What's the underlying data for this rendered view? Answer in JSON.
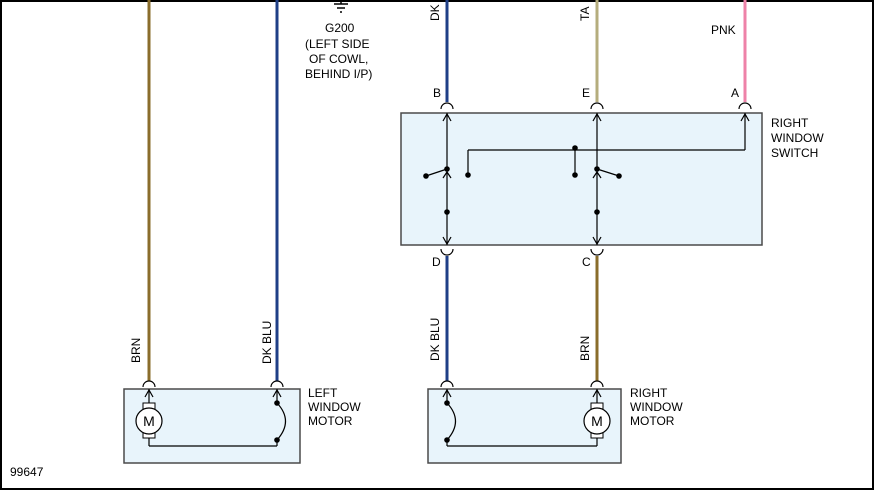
{
  "diagram": {
    "figure_number": "99647",
    "ground": {
      "name": "G200",
      "location_lines": [
        "(LEFT SIDE",
        "OF COWL,",
        "BEHIND I/P)"
      ]
    },
    "wires": {
      "brn_left": {
        "label": "BRN",
        "color": "#8a6d2b"
      },
      "dkblu_left": {
        "label": "DK BLU",
        "color": "#1f3f87"
      },
      "dkblu_top": {
        "label": "DK",
        "color": "#1f3f87"
      },
      "tan_top": {
        "label": "TA",
        "color": "#b5ad7d"
      },
      "pnk_top": {
        "label": "PNK",
        "color": "#ee82a8"
      },
      "dkblu_bottom": {
        "label": "DK BLU",
        "color": "#1f3f87"
      },
      "brn_bottom": {
        "label": "BRN",
        "color": "#8a6d2b"
      }
    },
    "switch": {
      "label_lines": [
        "RIGHT",
        "WINDOW",
        "SWITCH"
      ],
      "pins": {
        "a": "A",
        "b": "B",
        "c": "C",
        "d": "D",
        "e": "E"
      }
    },
    "left_motor": {
      "label_lines": [
        "LEFT",
        "WINDOW",
        "MOTOR"
      ],
      "symbol": "M"
    },
    "right_motor": {
      "label_lines": [
        "RIGHT",
        "WINDOW",
        "MOTOR"
      ],
      "symbol": "M"
    },
    "colors": {
      "component_fill": "#e8f4fb",
      "component_stroke": "#4a4a4a",
      "frame": "#000000"
    }
  }
}
